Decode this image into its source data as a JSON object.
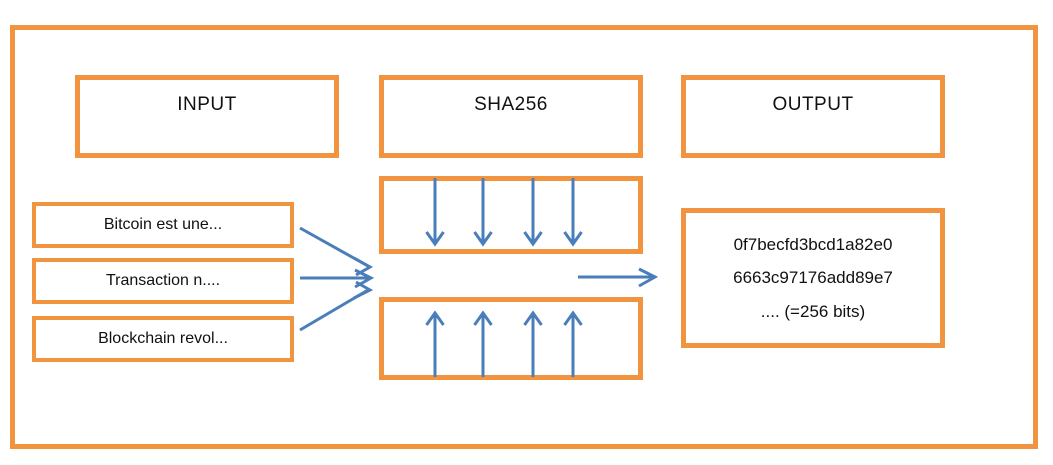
{
  "diagram": {
    "title": "SHA256 hashing diagram",
    "frame_color": "#F0943F",
    "arrow_color": "#4A7EBB",
    "text_color": "#111111",
    "columns": [
      {
        "id": "input",
        "label": "INPUT"
      },
      {
        "id": "sha256",
        "label": "SHA256"
      },
      {
        "id": "output",
        "label": "OUTPUT"
      }
    ],
    "input_messages": [
      {
        "label": "Bitcoin est une..."
      },
      {
        "label": "Transaction n...."
      },
      {
        "label": "Blockchain revol..."
      }
    ],
    "sha256_process": {
      "down_arrows_count": 4,
      "up_arrows_count": 4
    },
    "output_hash": {
      "lines": [
        "0f7becfd3bcd1a82e0",
        "6663c97176add89e7",
        ".... (=256 bits)"
      ]
    },
    "connectors": {
      "input_to_sha256_count": 3,
      "sha256_to_output_count": 1
    }
  }
}
